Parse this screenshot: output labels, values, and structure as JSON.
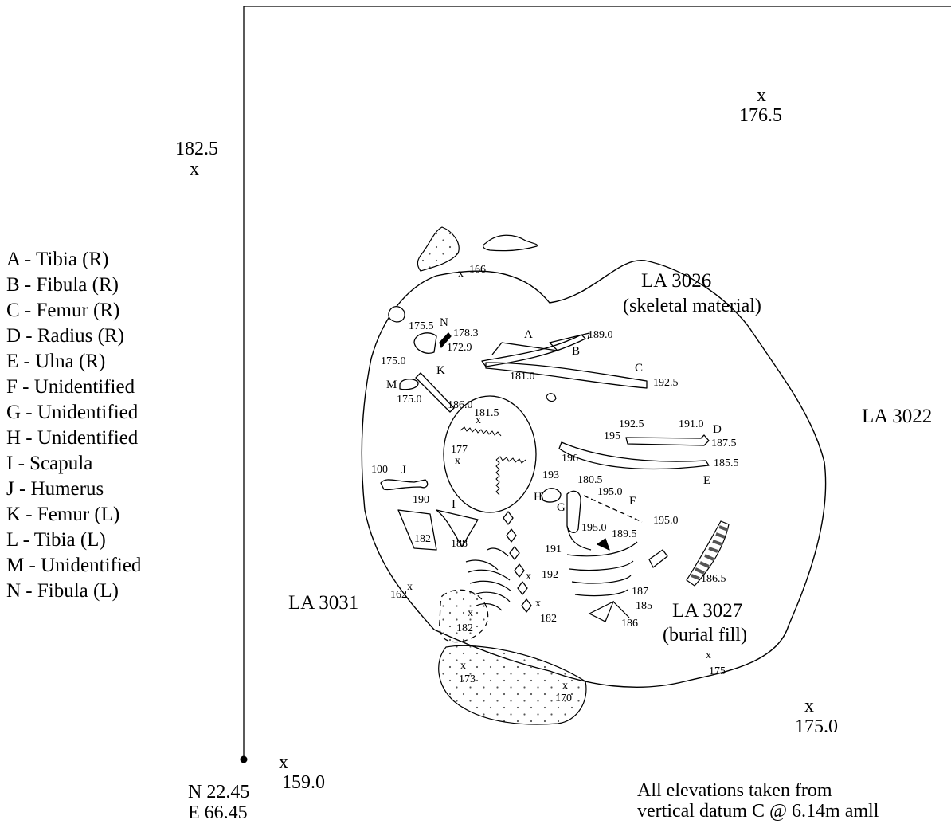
{
  "legend": [
    "A - Tibia (R)",
    "B - Fibula (R)",
    "C - Femur (R)",
    "D - Radius (R)",
    "E - Ulna (R)",
    "F - Unidentified",
    "G - Unidentified",
    "H - Unidentified",
    "I - Scapula",
    "J - Humerus",
    "K - Femur (L)",
    "L - Tibia (L)",
    "M - Unidentified",
    "N - Fibula (L)"
  ],
  "contexts": {
    "la3026": "LA 3026",
    "la3026_desc": "(skeletal material)",
    "la3022": "LA 3022",
    "la3031": "LA 3031",
    "la3027": "LA 3027",
    "la3027_desc": "(burial fill)"
  },
  "survey_points": {
    "p1825": "182.5",
    "p1765": "176.5",
    "p1750": "175.0",
    "p1590": "159.0",
    "marker": "x"
  },
  "elevations": {
    "e166": "166",
    "e1755": "175.5",
    "e1783": "178.3",
    "e1729": "172.9",
    "e1890": "189.0",
    "e1810": "181.0",
    "e1925a": "192.5",
    "e1750a": "175.0",
    "e1750b": "175.0",
    "e1860": "186.0",
    "e1815": "181.5",
    "e177": "177",
    "e1925b": "192.5",
    "e1910": "191.0",
    "e1875": "187.5",
    "e195": "195",
    "e196": "196",
    "e1855": "185.5",
    "e100": "100",
    "e190": "190",
    "e193": "193",
    "e1805": "180.5",
    "e1950a": "195.0",
    "e1950b": "195.0",
    "e1950c": "195.0",
    "e1895": "189.5",
    "e182a": "182",
    "e188": "188",
    "e191": "191",
    "e192": "192",
    "e162": "162",
    "e182b": "182",
    "e182c": "182",
    "e187": "187",
    "e185": "185",
    "e186": "186",
    "e1865": "186.5",
    "e173": "173",
    "e170": "170",
    "e175": "175"
  },
  "bone_labels": {
    "A": "A",
    "B": "B",
    "C": "C",
    "D": "D",
    "E": "E",
    "F": "F",
    "G": "G",
    "H": "H",
    "I": "I",
    "J": "J",
    "K": "K",
    "M": "M",
    "N": "N"
  },
  "datum": {
    "north": "N 22.45",
    "east": "E 66.45"
  },
  "note": {
    "line1": "All elevations taken from",
    "line2": "vertical datum C @ 6.14m amll"
  }
}
